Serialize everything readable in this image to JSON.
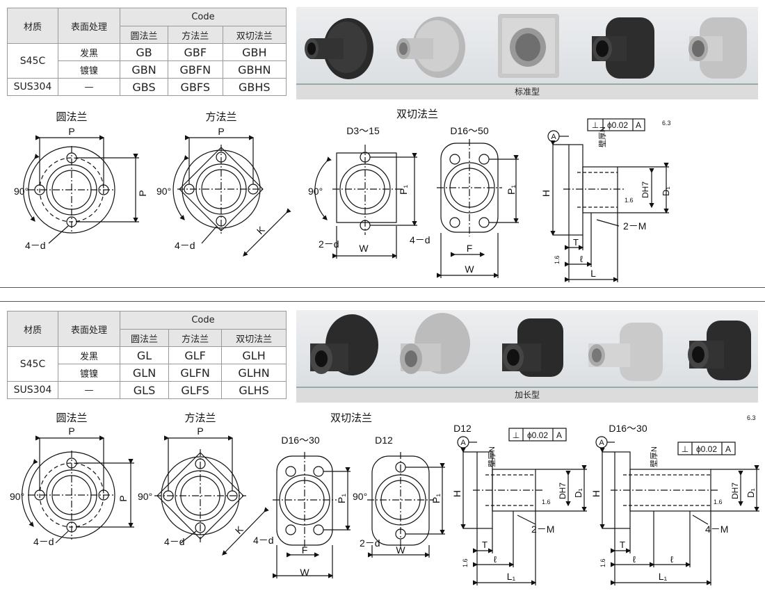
{
  "standard": {
    "table": {
      "headers": {
        "material": "材质",
        "surface": "表面处理",
        "code": "Code",
        "round": "圆法兰",
        "square": "方法兰",
        "double_cut": "双切法兰"
      },
      "rows": [
        {
          "material": "S45C",
          "surface": "发黑",
          "round": "GB",
          "square": "GBF",
          "double_cut": "GBH"
        },
        {
          "surface": "镀镍",
          "round": "GBN",
          "square": "GBFN",
          "double_cut": "GBHN"
        },
        {
          "material": "SUS304",
          "surface": "—",
          "round": "GBS",
          "square": "GBFS",
          "double_cut": "GBHS"
        }
      ]
    },
    "photo_caption": "标准型",
    "drawings": {
      "round_title": "圆法兰",
      "square_title": "方法兰",
      "double_title": "双切法兰",
      "d3_15": "D3～15",
      "d16_50": "D16～50",
      "P": "P",
      "P1": "P₁",
      "K": "K",
      "W": "W",
      "F": "F",
      "angle": "90°",
      "four_d": "4－d",
      "two_d": "2－d",
      "A": "A",
      "tol": "ϕ0.02",
      "tol_ref": "A",
      "perp": "⊥",
      "rough63": "6.3",
      "rough16": "1.6",
      "H": "H",
      "DH7": "DH7",
      "D1": "D₁",
      "T": "T",
      "l": "ℓ",
      "L": "L",
      "two_m": "2－M",
      "wall": "壁厚N"
    }
  },
  "long": {
    "table": {
      "headers": {
        "material": "材质",
        "surface": "表面处理",
        "code": "Code",
        "round": "圆法兰",
        "square": "方法兰",
        "double_cut": "双切法兰"
      },
      "rows": [
        {
          "material": "S45C",
          "surface": "发黑",
          "round": "GL",
          "square": "GLF",
          "double_cut": "GLH"
        },
        {
          "surface": "镀镍",
          "round": "GLN",
          "square": "GLFN",
          "double_cut": "GLHN"
        },
        {
          "material": "SUS304",
          "surface": "—",
          "round": "GLS",
          "square": "GLFS",
          "double_cut": "GLHS"
        }
      ]
    },
    "photo_caption": "加长型",
    "drawings": {
      "round_title": "圆法兰",
      "square_title": "方法兰",
      "double_title": "双切法兰",
      "d16_30": "D16～30",
      "d12": "D12",
      "d12_side": "D12",
      "d16_30_side": "D16～30",
      "P": "P",
      "P1": "P₁",
      "K": "K",
      "W": "W",
      "F": "F",
      "angle": "90°",
      "four_d": "4－d",
      "two_d": "2－d",
      "A": "A",
      "tol": "ϕ0.02",
      "tol_ref": "A",
      "perp": "⊥",
      "rough63": "6.3",
      "rough16": "1.6",
      "H": "H",
      "DH7": "DH7",
      "D1": "D₁",
      "T": "T",
      "l": "ℓ",
      "L1": "L₁",
      "two_m": "2－M",
      "four_m": "4－M",
      "wall": "壁厚N"
    }
  }
}
